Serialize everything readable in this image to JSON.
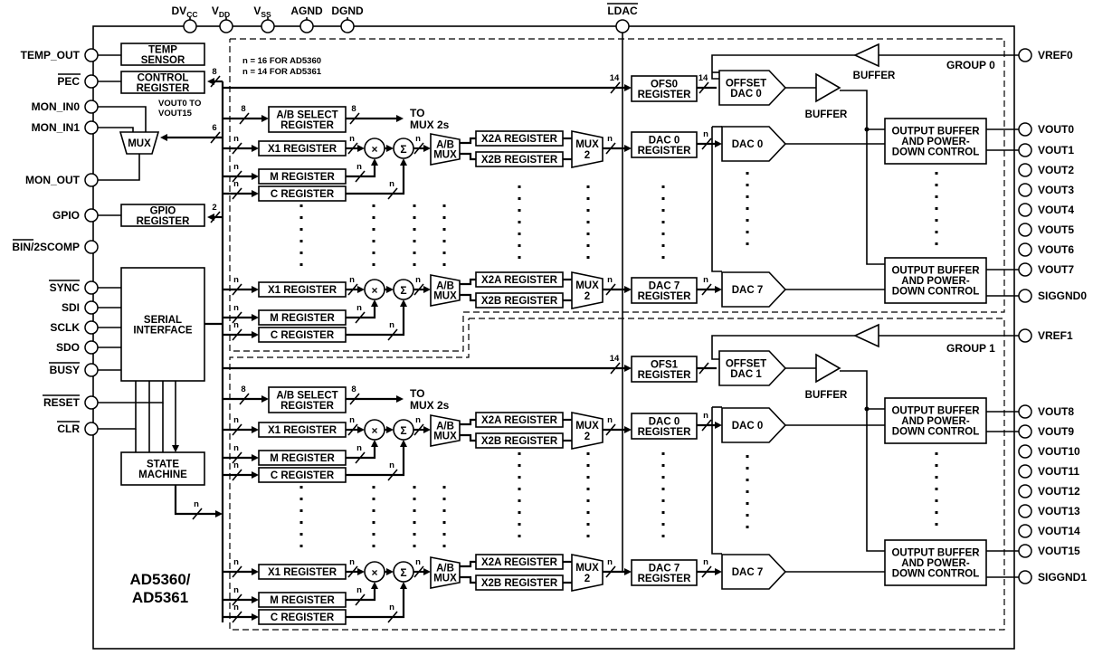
{
  "title": "AD5360/\nAD5361",
  "title_lines": [
    "AD5360/",
    "AD5361"
  ],
  "note_lines": [
    "n = 16 FOR AD5360",
    "n = 14 FOR AD5361"
  ],
  "top_pins": [
    {
      "main": "DV",
      "sub": "CC"
    },
    {
      "main": "V",
      "sub": "DD"
    },
    {
      "main": "V",
      "sub": "SS"
    },
    {
      "main": "AGND",
      "sub": ""
    },
    {
      "main": "DGND",
      "sub": ""
    }
  ],
  "ldac_label": "LDAC",
  "left_pins": [
    "TEMP_OUT",
    "PEC",
    "MON_IN0",
    "MON_IN1",
    "MON_OUT",
    "GPIO",
    "BIN/2SCOMP",
    "SYNC",
    "SDI",
    "SCLK",
    "SDO",
    "BUSY",
    "RESET",
    "CLR"
  ],
  "right_pins": [
    "VREF0",
    "VOUT0",
    "VOUT1",
    "VOUT2",
    "VOUT3",
    "VOUT4",
    "VOUT5",
    "VOUT6",
    "VOUT7",
    "SIGGND0",
    "VREF1",
    "VOUT8",
    "VOUT9",
    "VOUT10",
    "VOUT11",
    "VOUT12",
    "VOUT13",
    "VOUT14",
    "VOUT15",
    "SIGGND1"
  ],
  "blocks": {
    "temp_sensor": [
      "TEMP",
      "SENSOR"
    ],
    "control_register": [
      "CONTROL",
      "REGISTER"
    ],
    "gpio_register": [
      "GPIO",
      "REGISTER"
    ],
    "serial_interface": [
      "SERIAL",
      "INTERFACE"
    ],
    "state_machine": [
      "STATE",
      "MACHINE"
    ],
    "mux": "MUX",
    "mon_note": [
      "VOUT0 TO",
      "VOUT15"
    ],
    "ab_select": [
      "A/B SELECT",
      "REGISTER"
    ],
    "to_mux": [
      "TO",
      "MUX 2s"
    ],
    "x1_register": "X1 REGISTER",
    "m_register": "M REGISTER",
    "c_register": "C REGISTER",
    "ab_mux": [
      "A/B",
      "MUX"
    ],
    "x2a_register": "X2A REGISTER",
    "x2b_register": "X2B REGISTER",
    "mux2": [
      "MUX",
      "2"
    ],
    "ofs0_register": [
      "OFS0",
      "REGISTER"
    ],
    "ofs1_register": [
      "OFS1",
      "REGISTER"
    ],
    "offset_dac0": [
      "OFFSET",
      "DAC 0"
    ],
    "offset_dac1": [
      "OFFSET",
      "DAC 1"
    ],
    "dac0_register": [
      "DAC 0",
      "REGISTER"
    ],
    "dac7_register": [
      "DAC 7",
      "REGISTER"
    ],
    "dac0": "DAC 0",
    "dac7": "DAC 7",
    "buffer": "BUFFER",
    "output_buffer": [
      "OUTPUT BUFFER",
      "AND POWER-",
      "DOWN CONTROL"
    ],
    "multiply_symbol": "×",
    "sum_symbol": "Σ"
  },
  "groups": [
    "GROUP 0",
    "GROUP 1"
  ],
  "bus_labels": {
    "n": "n",
    "eight": "8",
    "six": "6",
    "two": "2",
    "fourteen": "14"
  }
}
